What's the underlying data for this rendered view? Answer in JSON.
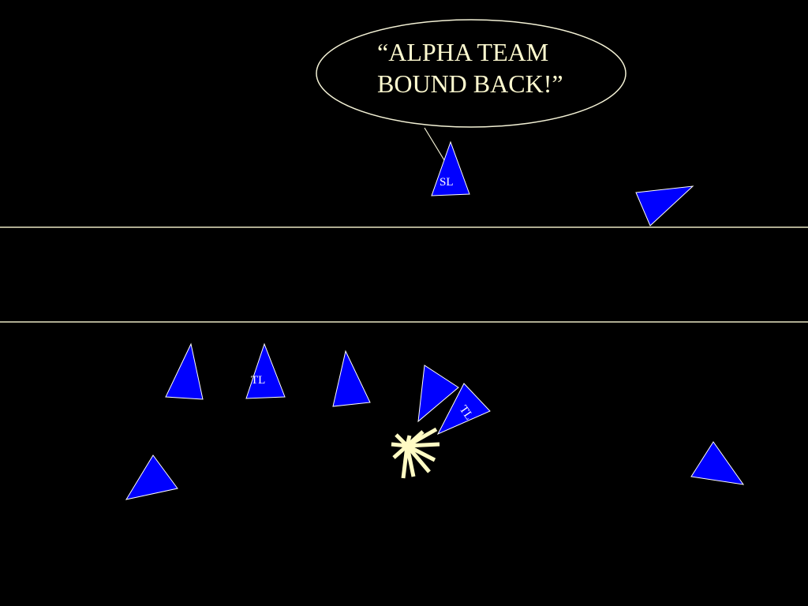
{
  "callout": {
    "line1": "“ALPHA TEAM",
    "line2": "BOUND BACK!”"
  },
  "units": {
    "squad_leader_label": "SL",
    "team_leader_label": "TL",
    "team_leader_2_label": "TL"
  },
  "colors": {
    "background": "#000000",
    "unit_fill": "#0000ff",
    "outline": "#ffffff",
    "text": "#fffbd0",
    "burst": "#fffbc4"
  }
}
